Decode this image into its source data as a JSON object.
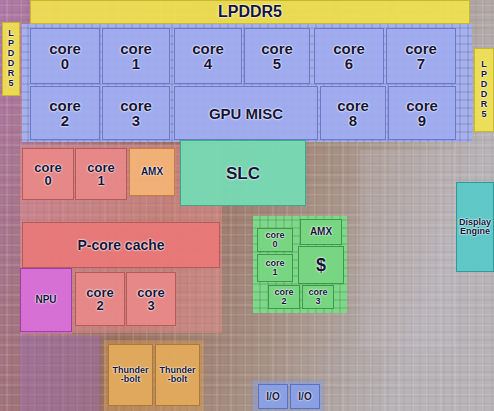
{
  "diagram": {
    "nodes": [
      {
        "text": [
          "LPDDR5"
        ]
      },
      {
        "text": [
          "LPDDR5"
        ]
      },
      {
        "text": [
          "core 0"
        ]
      },
      {
        "text": [
          "core 1"
        ]
      },
      {
        "text": [
          "core 4"
        ]
      },
      {
        "text": [
          "core 5"
        ]
      },
      {
        "text": [
          "core 6"
        ]
      },
      {
        "text": [
          "core 7"
        ]
      },
      {
        "text": [
          "LPDDR5"
        ]
      },
      {
        "text": [
          "core 2"
        ]
      },
      {
        "text": [
          "core 3"
        ]
      },
      {
        "text": [
          "GPU MISC"
        ]
      },
      {
        "text": [
          "core 8"
        ]
      },
      {
        "text": [
          "core 9"
        ]
      },
      {
        "text": [
          "SLC"
        ]
      },
      {
        "text": [
          "core 0"
        ]
      },
      {
        "text": [
          "core 1"
        ]
      },
      {
        "text": [
          "AMX"
        ]
      },
      {
        "text": [
          "Display Engine"
        ]
      },
      {
        "text": [
          "AMX"
        ]
      },
      {
        "text": [
          "core 0"
        ]
      },
      {
        "text": [
          "P-core cache"
        ]
      },
      {
        "text": [
          "core 1"
        ]
      },
      {
        "text": [
          "$"
        ]
      },
      {
        "text": [
          "NPU"
        ]
      },
      {
        "text": [
          "core 2"
        ]
      },
      {
        "text": [
          "core 3"
        ]
      },
      {
        "text": [
          "core 2"
        ]
      },
      {
        "text": [
          "core 3"
        ]
      },
      {
        "text": [
          "Thunder -bolt"
        ]
      },
      {
        "text": [
          "Thunder -bolt"
        ]
      },
      {
        "text": [
          "I/O"
        ]
      },
      {
        "text": [
          "I/O"
        ]
      }
    ]
  }
}
